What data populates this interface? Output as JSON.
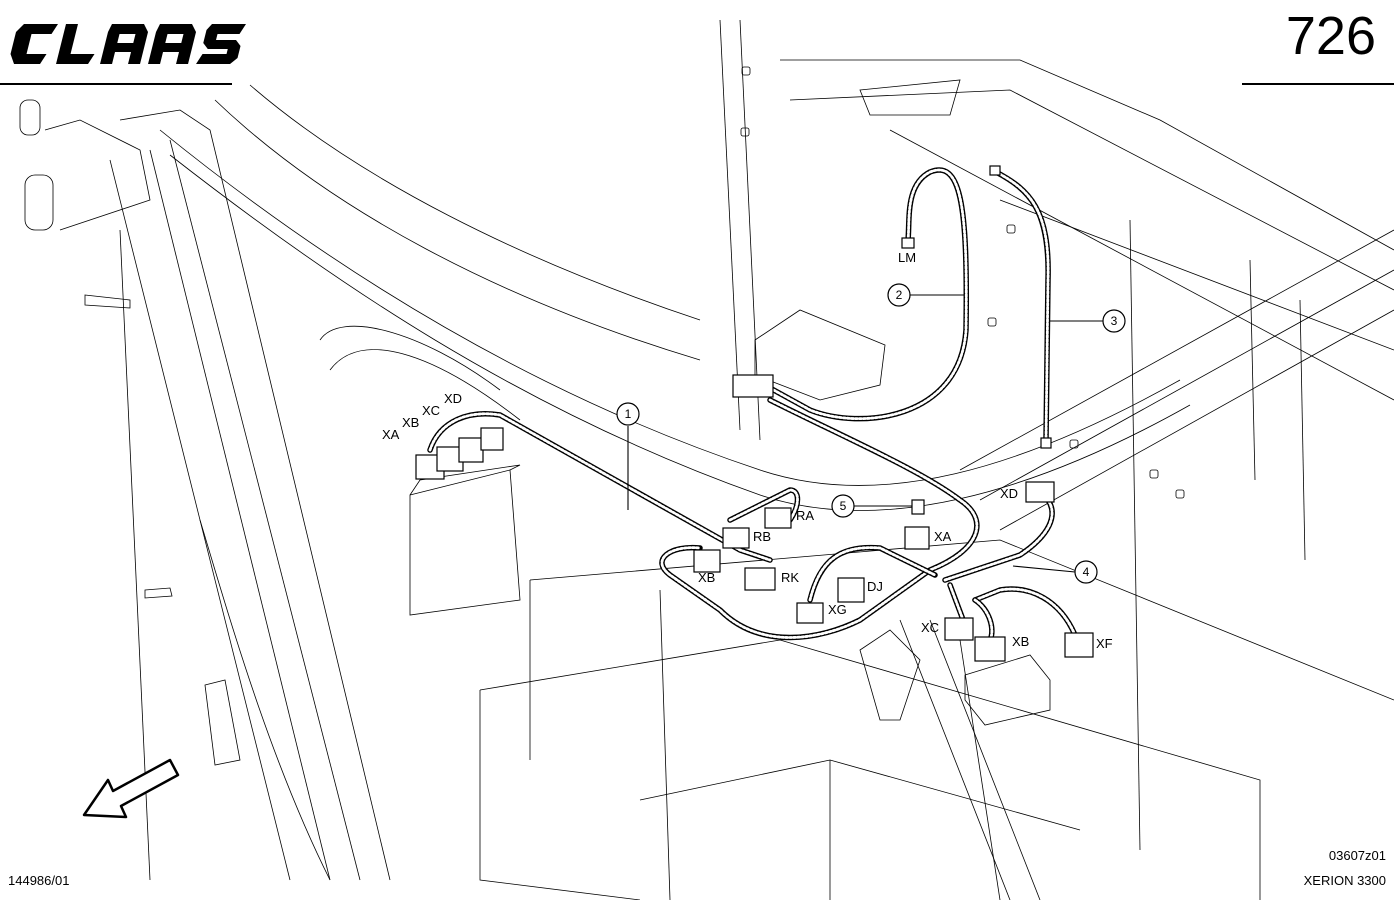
{
  "header": {
    "brand": "CLAAS",
    "page_number": "726"
  },
  "labels": {
    "harness1": [
      "XA",
      "XB",
      "XC",
      "XD",
      "RA",
      "RB",
      "RK",
      "XB",
      "XG",
      "DJ",
      "XA"
    ],
    "harness2": [
      "LM"
    ],
    "harness4": [
      "XD",
      "XC",
      "XB",
      "XF"
    ]
  },
  "callouts": [
    "1",
    "2",
    "3",
    "4",
    "5"
  ],
  "footer": {
    "doc_number": "144986/01",
    "figure_code": "03607z01",
    "model": "XERION 3300"
  },
  "icons": {
    "direction_arrow": "arrow-southwest-icon"
  }
}
